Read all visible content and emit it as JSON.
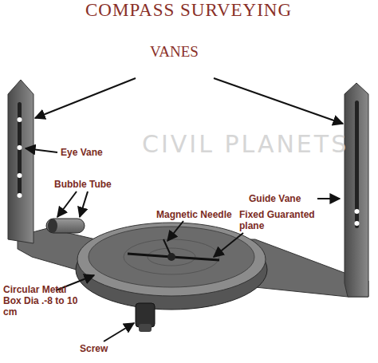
{
  "diagram": {
    "title": "COMPASS SURVEYING",
    "labels": [
      "VANES",
      "Eye Vane",
      "Bubble Tube",
      "Guide Vane",
      "Magnetic Needle",
      "Fixed Guaranted plane",
      "Circular Metal Box Dia .-8 to 10 cm",
      "Screw",
      "CIVIL PLANETS"
    ]
  }
}
